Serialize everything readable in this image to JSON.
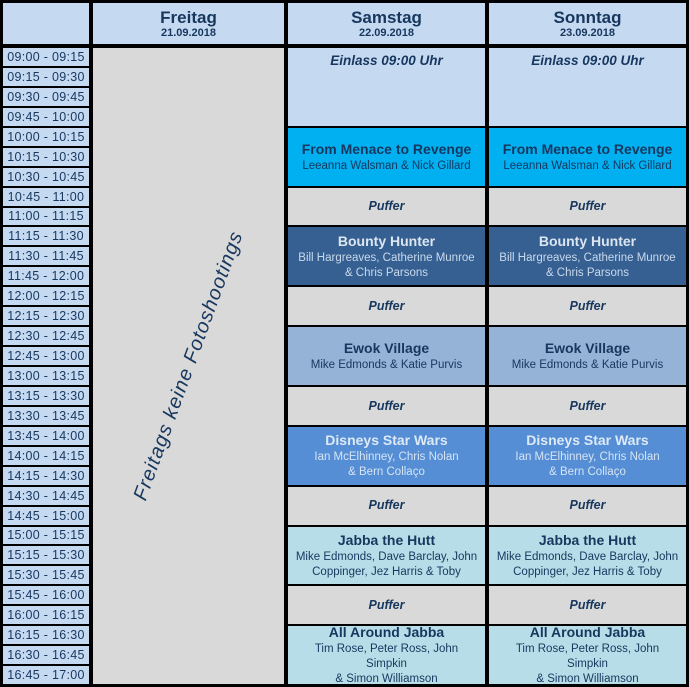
{
  "table": {
    "days": [
      {
        "name": "Freitag",
        "date": "21.09.2018"
      },
      {
        "name": "Samstag",
        "date": "22.09.2018"
      },
      {
        "name": "Sonntag",
        "date": "23.09.2018"
      }
    ],
    "friday_note": "Freitags keine Fotoshootings",
    "time_slots": [
      "09:00 - 09:15",
      "09:15 - 09:30",
      "09:30 - 09:45",
      "09:45 - 10:00",
      "10:00 - 10:15",
      "10:15 - 10:30",
      "10:30 - 10:45",
      "10:45 - 11:00",
      "11:00 - 11:15",
      "11:15 - 11:30",
      "11:30 - 11:45",
      "11:45 - 12:00",
      "12:00 - 12:15",
      "12:15 - 12:30",
      "12:30 - 12:45",
      "12:45 - 13:00",
      "13:00 - 13:15",
      "13:15 - 13:30",
      "13:30 - 13:45",
      "13:45 - 14:00",
      "14:00 - 14:15",
      "14:15 - 14:30",
      "14:30 - 14:45",
      "14:45 - 15:00",
      "15:00 - 15:15",
      "15:15 - 15:30",
      "15:30 - 15:45",
      "15:45 - 16:00",
      "16:00 - 16:15",
      "16:15 - 16:30",
      "16:30 - 16:45",
      "16:45 - 17:00"
    ],
    "events": [
      {
        "id": "einlass",
        "title": "Einlass 09:00 Uhr",
        "subtitle": "",
        "span": 4,
        "style": "einlass"
      },
      {
        "id": "from-menace-to-revenge",
        "title": "From Menace to Revenge",
        "subtitle": "Leeanna Walsman & Nick Gillard",
        "span": 3,
        "style": "cyan"
      },
      {
        "id": "puffer-1",
        "title": "Puffer",
        "subtitle": "",
        "span": 2,
        "style": "puffer"
      },
      {
        "id": "bounty-hunter",
        "title": "Bounty Hunter",
        "subtitle": "Bill Hargreaves, Catherine Munroe\n& Chris Parsons",
        "span": 3,
        "style": "darkblue"
      },
      {
        "id": "puffer-2",
        "title": "Puffer",
        "subtitle": "",
        "span": 2,
        "style": "puffer"
      },
      {
        "id": "ewok-village",
        "title": "Ewok Village",
        "subtitle": "Mike Edmonds & Katie Purvis",
        "span": 3,
        "style": "midblue"
      },
      {
        "id": "puffer-3",
        "title": "Puffer",
        "subtitle": "",
        "span": 2,
        "style": "puffer"
      },
      {
        "id": "disneys-star-wars",
        "title": "Disneys Star Wars",
        "subtitle": "Ian McElhinney, Chris Nolan\n& Bern Collaço",
        "span": 3,
        "style": "blue"
      },
      {
        "id": "puffer-4",
        "title": "Puffer",
        "subtitle": "",
        "span": 2,
        "style": "puffer"
      },
      {
        "id": "jabba-the-hutt",
        "title": "Jabba the Hutt",
        "subtitle": "Mike Edmonds, Dave Barclay, John\nCoppinger, Jez Harris & Toby",
        "span": 3,
        "style": "lightcyan"
      },
      {
        "id": "puffer-5",
        "title": "Puffer",
        "subtitle": "",
        "span": 2,
        "style": "puffer"
      },
      {
        "id": "all-around-jabba",
        "title": "All Around Jabba",
        "subtitle": "Tim Rose, Peter Ross, John Simpkin\n& Simon Williamson",
        "span": 3,
        "style": "lightcyan"
      }
    ],
    "event_day_columns": [
      "Samstag",
      "Sonntag"
    ]
  },
  "colors": {
    "grid_lines": "#000000",
    "header_bg": "#C5D9F1",
    "time_bg": "#C5D9F1",
    "einlass_bg": "#C5D9F1",
    "friday_bg": "#D9D9D9",
    "puffer_bg": "#D9D9D9",
    "cyan_event_bg": "#00B0F0",
    "dark_blue_event_bg": "#366092",
    "mid_blue_event_bg": "#95B3D7",
    "blue_event_bg": "#558ED5",
    "light_cyan_event_bg": "#B7DEE8",
    "dark_text": "#17375E",
    "light_text": "#DCE6F1"
  }
}
